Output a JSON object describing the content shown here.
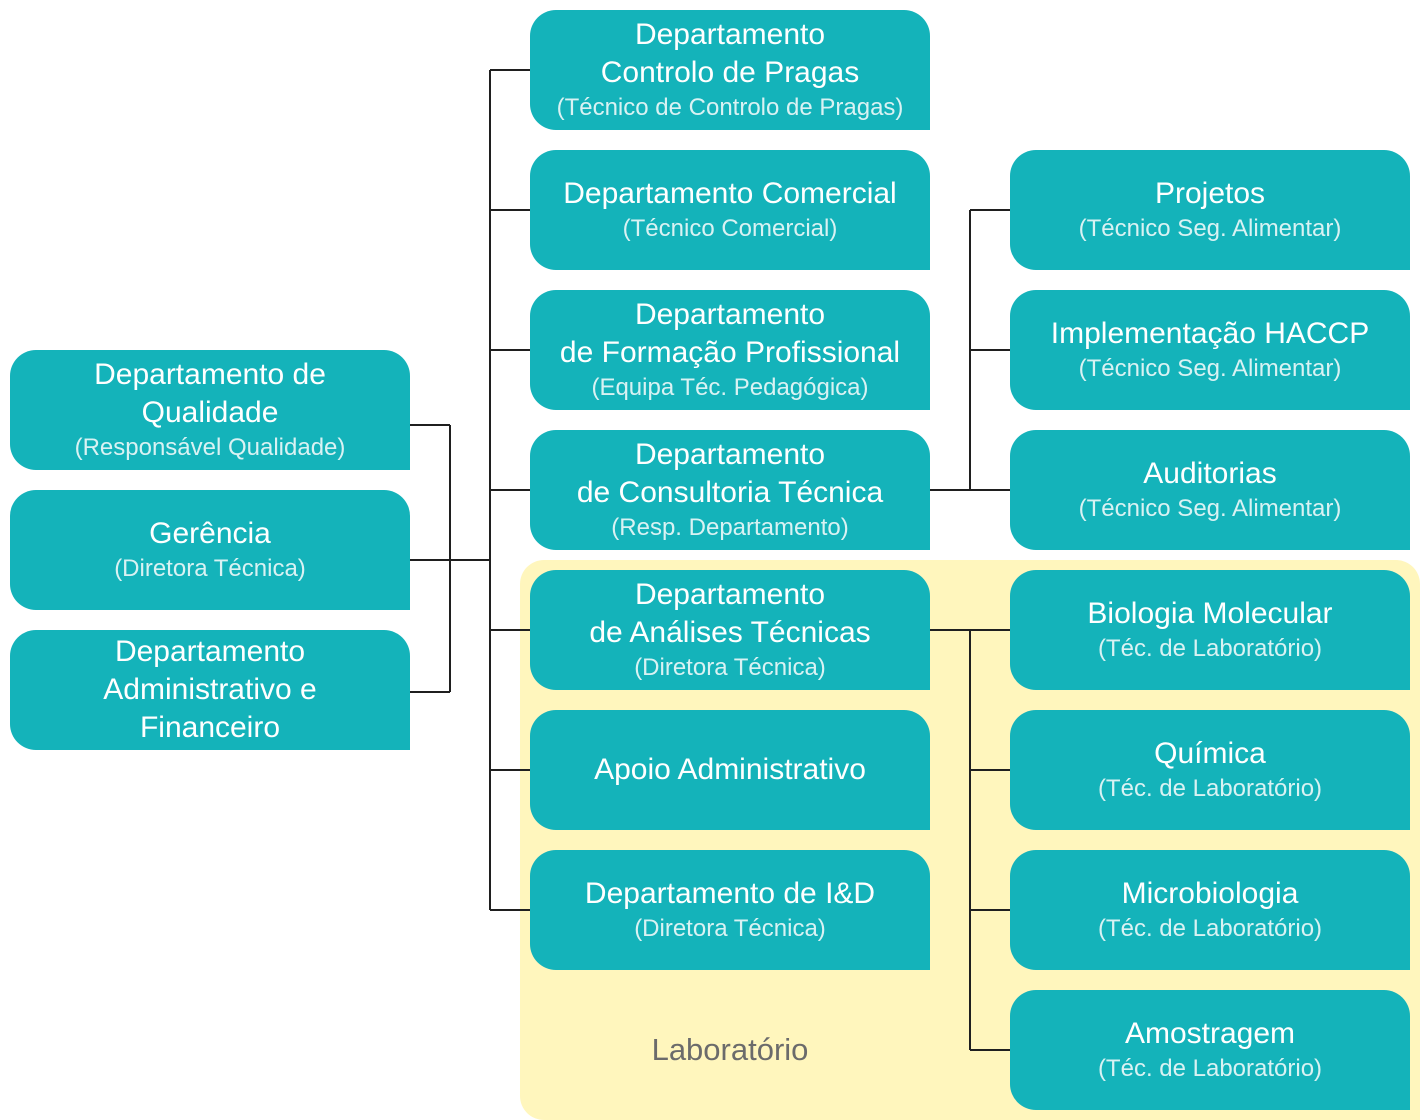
{
  "colors": {
    "box": "#14b3ba",
    "box_text": "#ffffff",
    "box_subtext": "#d9f2f3",
    "lab_background": "#fff6bd",
    "lab_label": "#6b6b6b",
    "connector": "#1f1f1f"
  },
  "lab_label": "Laboratório",
  "left_column": {
    "qualidade": {
      "title": "Departamento de\nQualidade",
      "subtitle": "(Responsável Qualidade)"
    },
    "gerencia": {
      "title": "Gerência",
      "subtitle": "(Diretora Técnica)"
    },
    "administrativo": {
      "title": "Departamento\nAdministrativo e\nFinanceiro",
      "subtitle": ""
    }
  },
  "middle_column": {
    "pragas": {
      "title": "Departamento\nControlo de Pragas",
      "subtitle": "(Técnico de Controlo de Pragas)"
    },
    "comercial": {
      "title": "Departamento Comercial",
      "subtitle": "(Técnico Comercial)"
    },
    "formacao": {
      "title": "Departamento\nde Formação Profissional",
      "subtitle": "(Equipa Téc. Pedagógica)"
    },
    "consultoria": {
      "title": "Departamento\nde Consultoria Técnica",
      "subtitle": "(Resp. Departamento)"
    },
    "analises": {
      "title": "Departamento\nde Análises Técnicas",
      "subtitle": "(Diretora Técnica)"
    },
    "apoio": {
      "title": "Apoio Administrativo",
      "subtitle": ""
    },
    "id": {
      "title": "Departamento de I&D",
      "subtitle": "(Diretora Técnica)"
    }
  },
  "right_column": {
    "projetos": {
      "title": "Projetos",
      "subtitle": "(Técnico Seg. Alimentar)"
    },
    "haccp": {
      "title": "Implementação HACCP",
      "subtitle": "(Técnico Seg. Alimentar)"
    },
    "auditorias": {
      "title": "Auditorias",
      "subtitle": "(Técnico Seg. Alimentar)"
    },
    "biologia": {
      "title": "Biologia Molecular",
      "subtitle": "(Téc. de Laboratório)"
    },
    "quimica": {
      "title": "Química",
      "subtitle": "(Téc. de Laboratório)"
    },
    "microbiologia": {
      "title": "Microbiologia",
      "subtitle": "(Téc. de Laboratório)"
    },
    "amostragem": {
      "title": "Amostragem",
      "subtitle": "(Téc. de Laboratório)"
    }
  }
}
